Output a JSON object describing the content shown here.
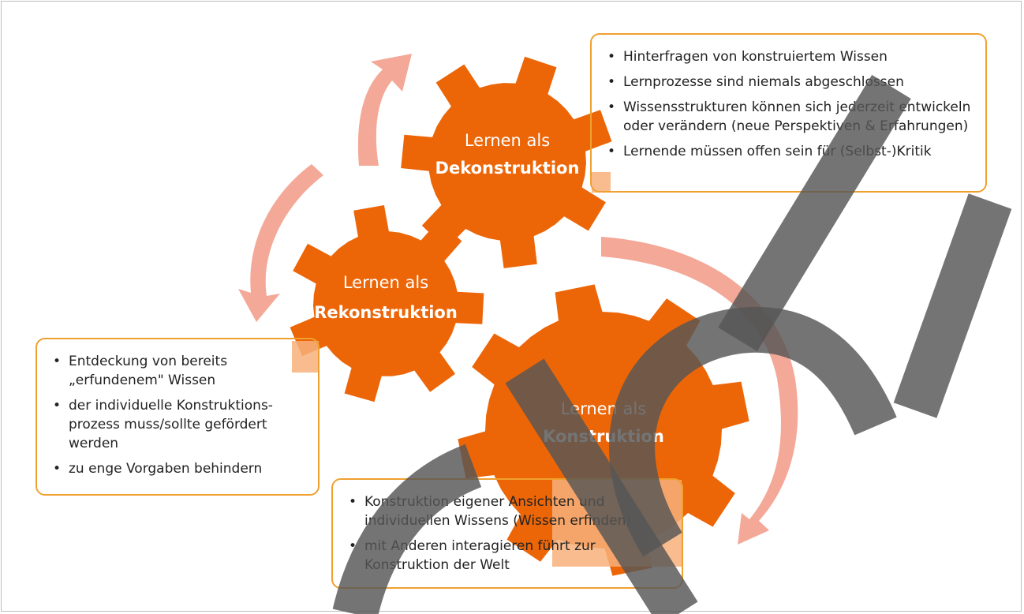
{
  "gears": {
    "dekonstruktion": {
      "line1": "Lernen als",
      "line2": "Dekonstruktion"
    },
    "rekonstruktion": {
      "line1": "Lernen als",
      "line2": "Rekonstruktion"
    },
    "konstruktion": {
      "line1": "Lernen als",
      "line2": "Konstruktion"
    }
  },
  "boxes": {
    "dekonstruktion": [
      "Hinterfragen von konstruiertem Wissen",
      "Lernprozesse sind niemals abgeschlossen",
      "Wissensstrukturen können sich jederzeit entwickeln oder verändern (neue Perspektiven & Erfahrungen)",
      "Lernende müssen offen sein für (Selbst-)Kritik"
    ],
    "rekonstruktion": [
      "Entdeckung von bereits „erfundenem\" Wissen",
      "der individuelle Konstruktions-prozess muss/sollte gefördert werden",
      "zu enge Vorgaben behindern"
    ],
    "konstruktion": [
      "Konstruktion eigener Ansichten und individuellen Wissens (Wissen erfinden)",
      "mit Anderen interagieren führt zur Konstruktion der Welt"
    ]
  },
  "colors": {
    "gear": "#ec6608",
    "arrow": "#f4a898",
    "box_border": "#f0a030",
    "watermark": "#6e6e6e"
  }
}
